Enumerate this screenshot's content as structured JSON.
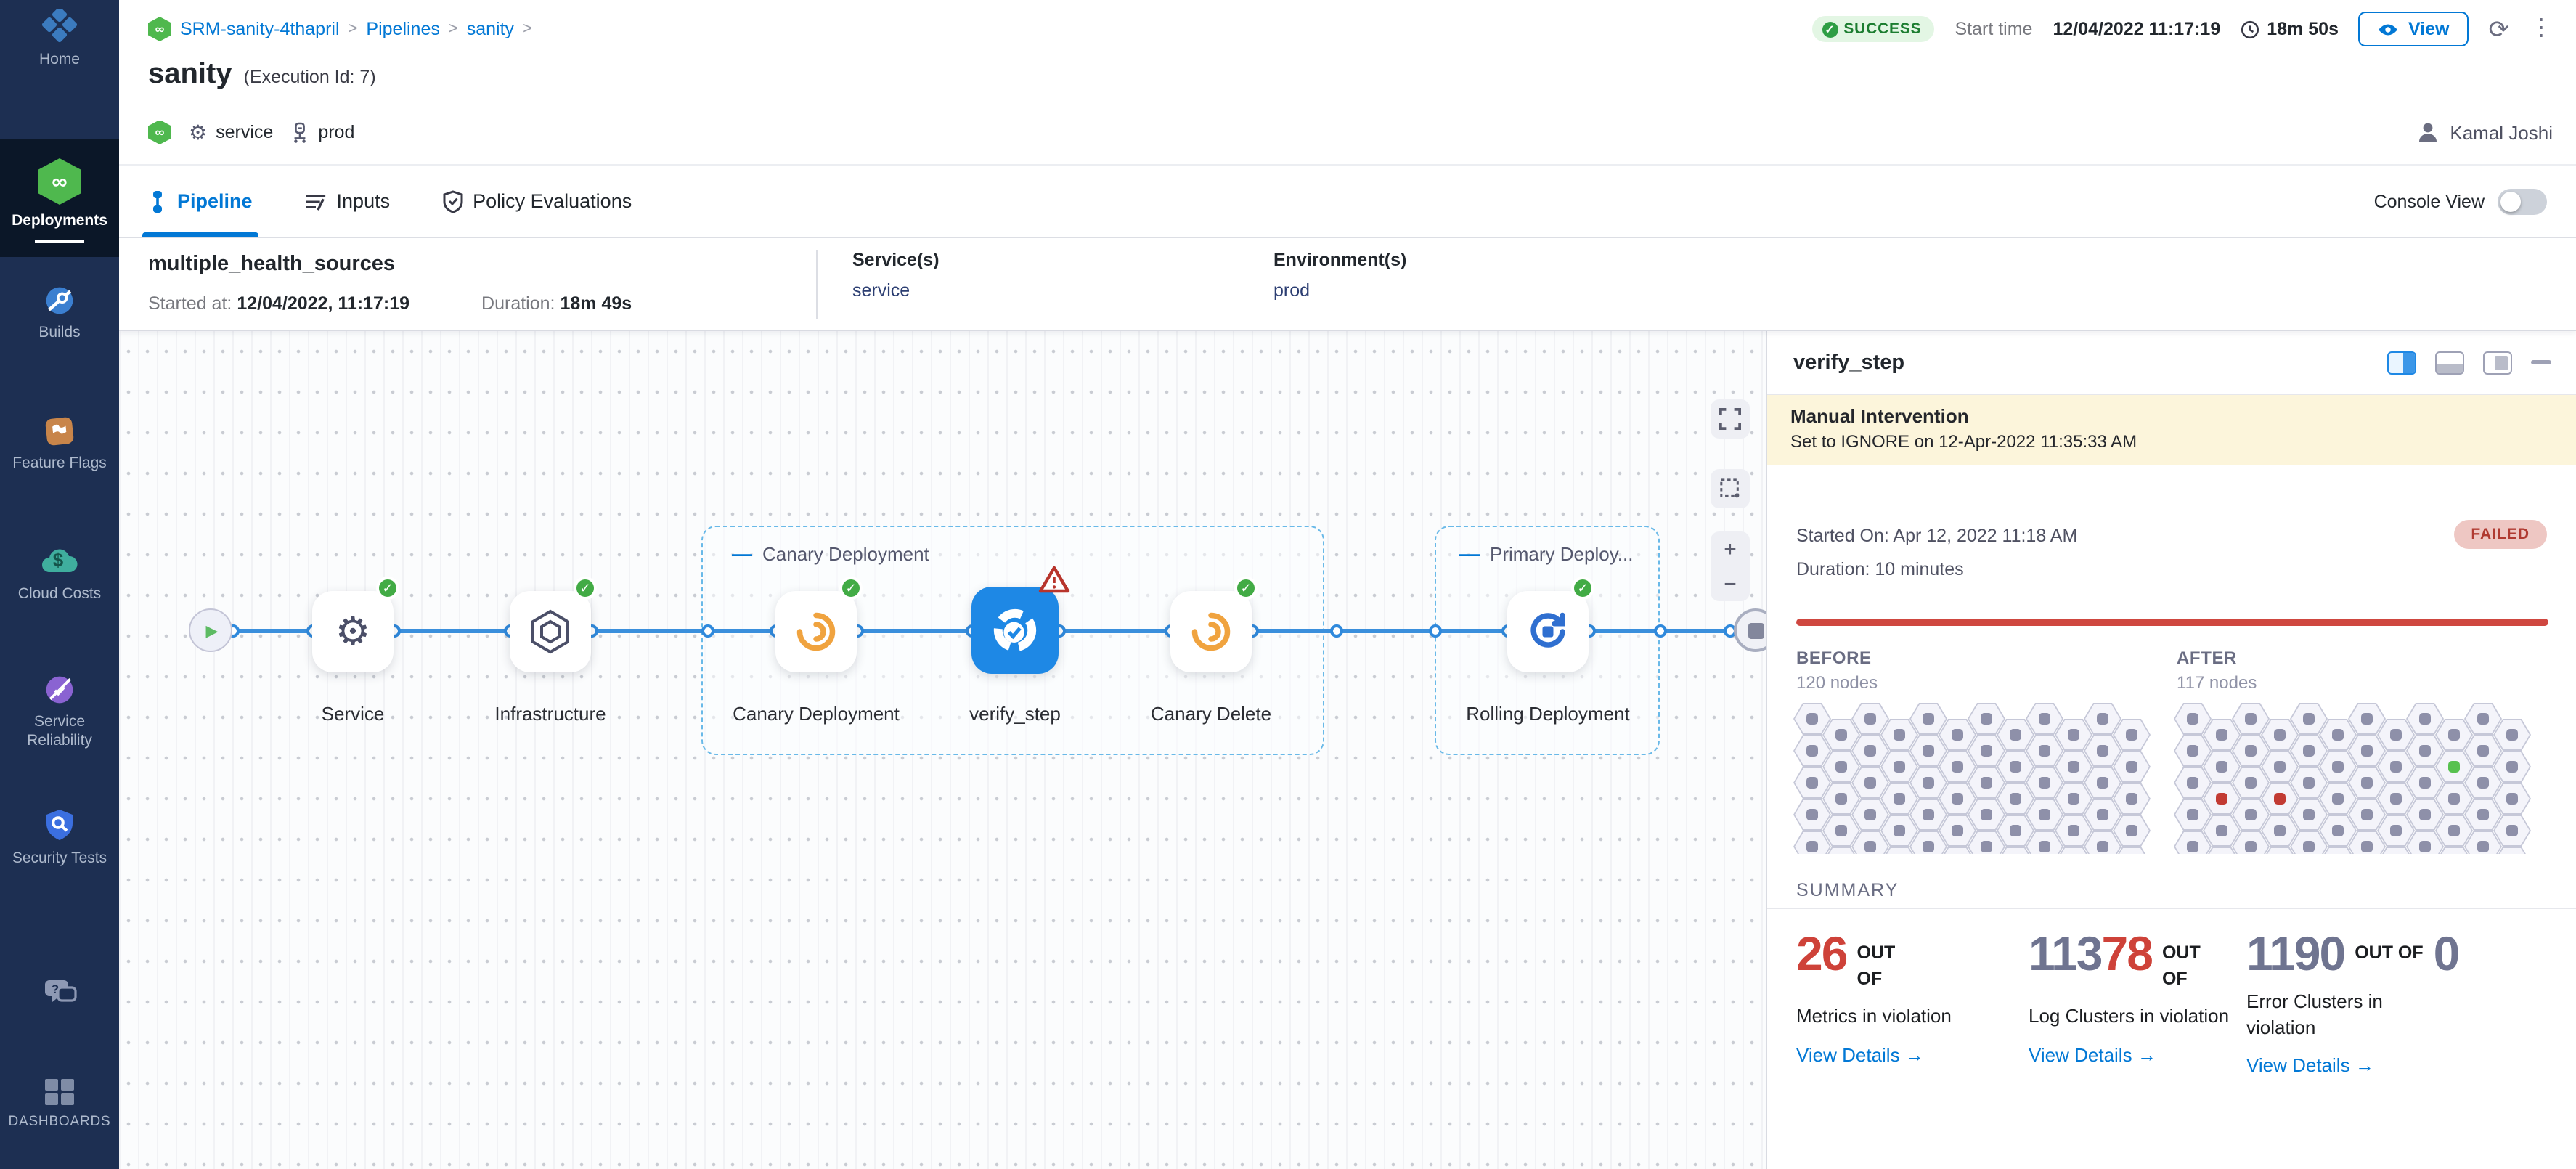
{
  "icons": {
    "infinity": "∞",
    "gear": "⚙",
    "play": "▶",
    "check": "✓",
    "plus": "+",
    "minus": "−",
    "kebab": "⋮",
    "refresh": "⟳",
    "question": "?",
    "dollar": "$",
    "arrow_right": "→",
    "group_dash": "—",
    "chevron": ">"
  },
  "sidebar": {
    "items": [
      {
        "label": "Home"
      },
      {
        "label": "Deployments"
      },
      {
        "label": "Builds"
      },
      {
        "label": "Feature Flags"
      },
      {
        "label": "Cloud Costs"
      },
      {
        "label": "Service Reliability"
      },
      {
        "label": "Security Tests"
      }
    ],
    "dashboards_label": "DASHBOARDS"
  },
  "header": {
    "breadcrumb": [
      "SRM-sanity-4thapril",
      "Pipelines",
      "sanity"
    ],
    "status": "SUCCESS",
    "start_time_label": "Start time",
    "start_time": "12/04/2022 11:17:19",
    "duration": "18m 50s",
    "view_label": "View",
    "title": "sanity",
    "execution_id": "(Execution Id: 7)",
    "service_tag": "service",
    "env_tag": "prod",
    "user": "Kamal Joshi"
  },
  "tabs": {
    "pipeline": "Pipeline",
    "inputs": "Inputs",
    "policy": "Policy Evaluations",
    "console_view_label": "Console View"
  },
  "stage_info": {
    "name": "multiple_health_sources",
    "started_label": "Started at:",
    "started": "12/04/2022, 11:17:19",
    "duration_label": "Duration:",
    "duration": "18m 49s",
    "services_label": "Service(s)",
    "service": "service",
    "env_label": "Environment(s)",
    "env": "prod"
  },
  "pipeline": {
    "canary_group_label": "Canary Deployment",
    "primary_group_label": "Primary Deploy...",
    "nodes": {
      "service": "Service",
      "infrastructure": "Infrastructure",
      "canary_deployment": "Canary Deployment",
      "verify_step": "verify_step",
      "canary_delete": "Canary Delete",
      "rolling_deployment": "Rolling Deployment"
    }
  },
  "right_panel": {
    "title": "verify_step",
    "banner_title": "Manual Intervention",
    "banner_subtitle": "Set to IGNORE on 12-Apr-2022 11:35:33 AM",
    "started_on": "Started On: Apr 12, 2022 11:18 AM",
    "duration": "Duration: 10 minutes",
    "status": "FAILED",
    "before_label": "BEFORE",
    "before_nodes": "120 nodes",
    "after_label": "AFTER",
    "after_nodes": "117 nodes",
    "node_grid": {
      "cols": 12,
      "rows": 5,
      "before_special": {},
      "after_special": {
        "9,1": "green",
        "1,2": "red",
        "3,2": "red",
        "7,4": "red"
      }
    },
    "summary_label": "SUMMARY",
    "summary": [
      {
        "num_red": "26",
        "out_of": "OUT OF",
        "label": "Metrics in violation",
        "link": "View Details"
      },
      {
        "num_gray": "113",
        "num_red": "78",
        "out_of": "OUT OF",
        "label": "Log Clusters in violation",
        "link": "View Details"
      },
      {
        "num_gray": "1190",
        "out_of": "OUT OF",
        "num_gray2": "0",
        "label": "Error Clusters in violation",
        "link": "View Details"
      }
    ]
  },
  "colors": {
    "accent": "#0278d5",
    "success": "#1c7d30",
    "failed": "#ae362e",
    "node_blue": "#1e88e5",
    "violation_red": "#ce4239",
    "healthy_green": "#57c14f",
    "sidebar_bg": "#1d2f52"
  }
}
